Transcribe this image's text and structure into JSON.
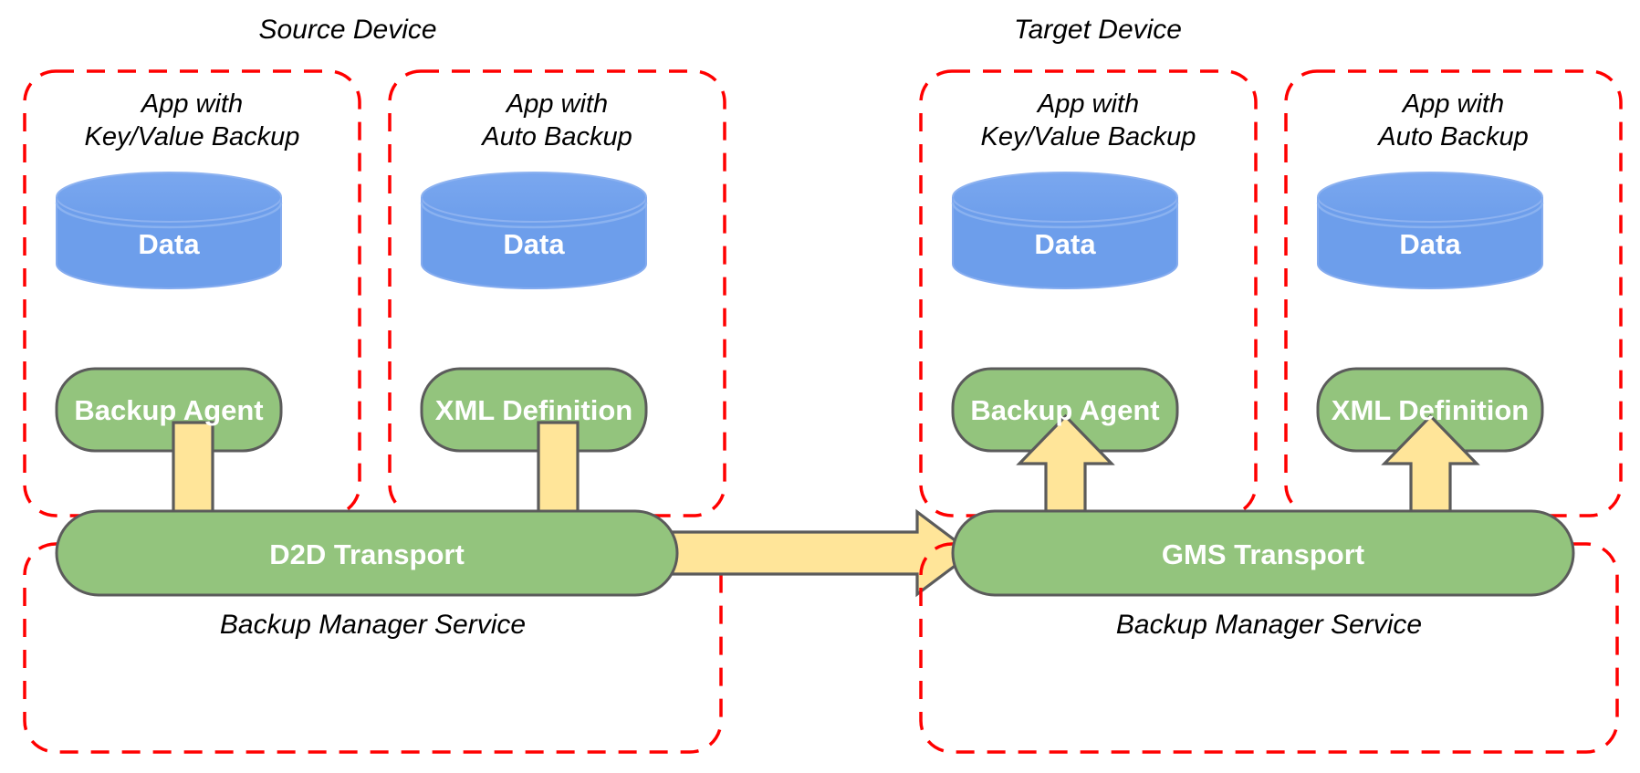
{
  "diagram": {
    "title": "Android Backup: Source Device to Target Device",
    "background": "#ffffff",
    "colors": {
      "dashed_border": "#ff0000",
      "cylinder_fill": "#6d9eeb",
      "cylinder_stroke": "#7ba7ee",
      "rounded_fill": "#93c47d",
      "rounded_stroke": "#5b5b5b",
      "arrow_fill": "#ffe599",
      "arrow_stroke": "#5b5b5b",
      "label_text": "#ffffff",
      "title_text": "#000000"
    }
  },
  "devices": [
    {
      "id": "source",
      "title": "Source Device",
      "service_label": "Backup Manager Service",
      "transport_label": "D2D Transport",
      "apps": [
        {
          "id": "source-kv",
          "title": "App with\nKey/Value Backup",
          "data_label": "Data",
          "component_label": "Backup Agent"
        },
        {
          "id": "source-auto",
          "title": "App with\nAuto Backup",
          "data_label": "Data",
          "component_label": "XML Definition"
        }
      ]
    },
    {
      "id": "target",
      "title": "Target Device",
      "service_label": "Backup Manager Service",
      "transport_label": "GMS Transport",
      "apps": [
        {
          "id": "target-kv",
          "title": "App with\nKey/Value Backup",
          "data_label": "Data",
          "component_label": "Backup Agent"
        },
        {
          "id": "target-auto",
          "title": "App with\nAuto Backup",
          "data_label": "Data",
          "component_label": "XML Definition"
        }
      ]
    }
  ],
  "flows": [
    {
      "id": "flow-source-kv-down",
      "direction": "down",
      "from": "Backup Agent",
      "to": "D2D Transport"
    },
    {
      "id": "flow-source-auto-down",
      "direction": "down",
      "from": "XML Definition",
      "to": "D2D Transport"
    },
    {
      "id": "flow-transport-right",
      "direction": "right",
      "from": "D2D Transport",
      "to": "GMS Transport"
    },
    {
      "id": "flow-target-kv-up",
      "direction": "up",
      "from": "GMS Transport",
      "to": "Backup Agent"
    },
    {
      "id": "flow-target-auto-up",
      "direction": "up",
      "from": "GMS Transport",
      "to": "XML Definition"
    }
  ]
}
